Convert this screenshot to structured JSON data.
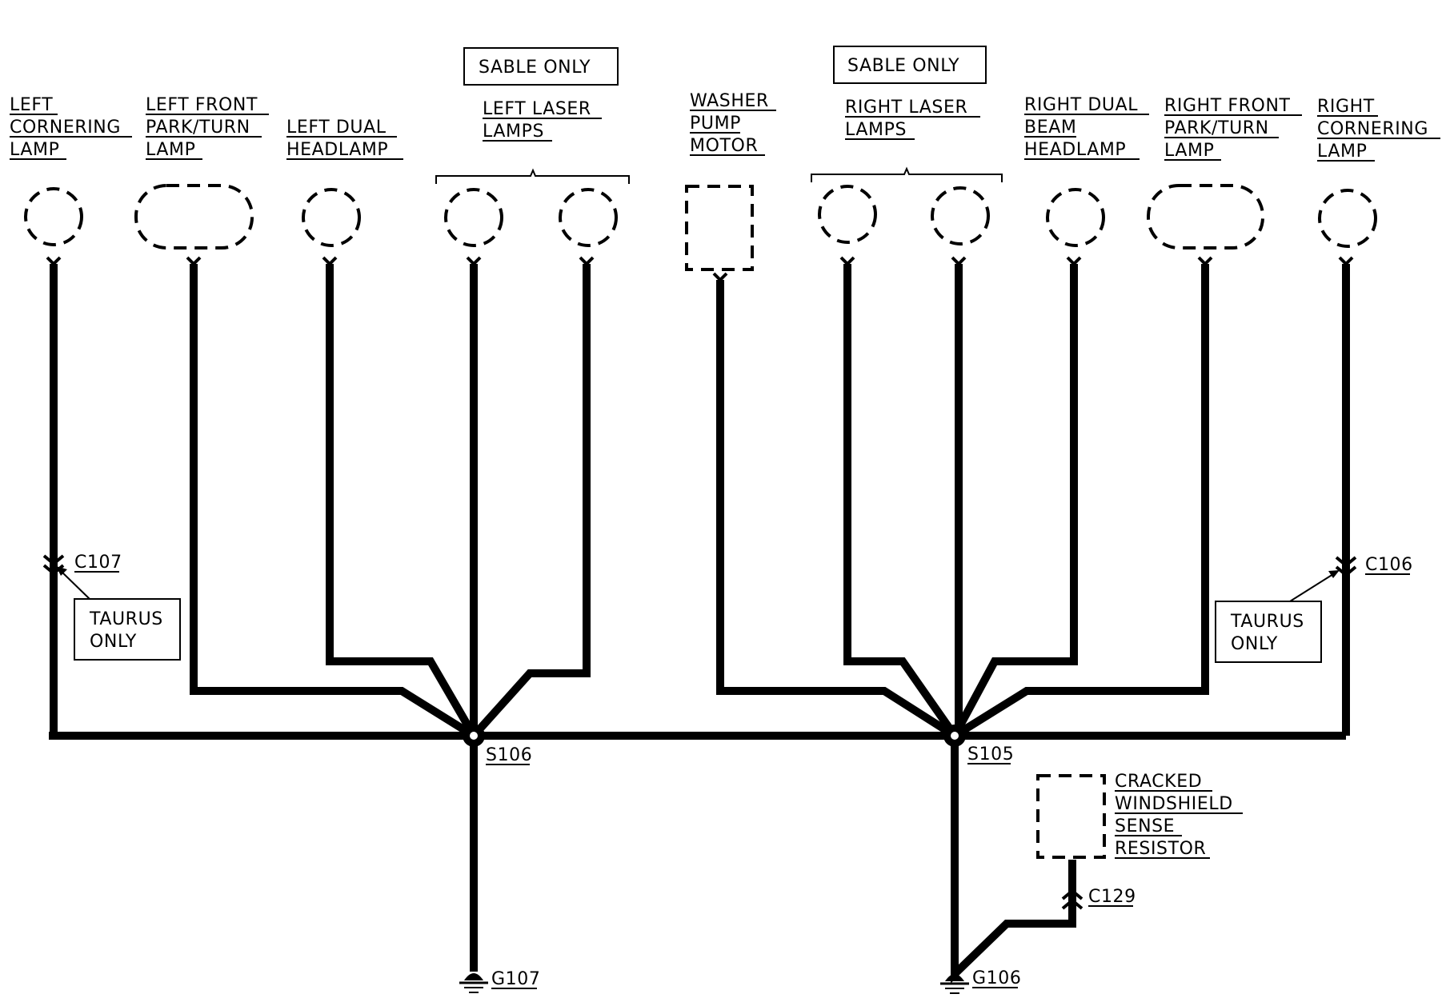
{
  "components": {
    "left_cornering_lamp": [
      "LEFT",
      "CORNERING",
      "LAMP"
    ],
    "left_front_park_turn_lamp": [
      "LEFT FRONT",
      "PARK/TURN",
      "LAMP"
    ],
    "left_dual_headlamp": [
      "LEFT DUAL",
      "HEADLAMP"
    ],
    "left_laser_lamps": [
      "LEFT LASER",
      "LAMPS"
    ],
    "washer_pump_motor": [
      "WASHER",
      "PUMP",
      "MOTOR"
    ],
    "right_laser_lamps": [
      "RIGHT LASER",
      "LAMPS"
    ],
    "right_dual_beam_headlamp": [
      "RIGHT DUAL",
      "BEAM",
      "HEADLAMP"
    ],
    "right_front_park_turn_lamp": [
      "RIGHT FRONT",
      "PARK/TURN",
      "LAMP"
    ],
    "right_cornering_lamp": [
      "RIGHT",
      "CORNERING",
      "LAMP"
    ],
    "cracked_windshield_sense_resistor": [
      "CRACKED",
      "WINDSHIELD",
      "SENSE",
      "RESISTOR"
    ]
  },
  "notes": {
    "sable_only_left": "SABLE ONLY",
    "sable_only_right": "SABLE ONLY",
    "taurus_only_left": [
      "TAURUS",
      "ONLY"
    ],
    "taurus_only_right": [
      "TAURUS",
      "ONLY"
    ]
  },
  "connectors": {
    "c107": "C107",
    "c106": "C106",
    "c129": "C129"
  },
  "splices": {
    "s106": "S106",
    "s105": "S105"
  },
  "grounds": {
    "g107": "G107",
    "g106": "G106"
  }
}
